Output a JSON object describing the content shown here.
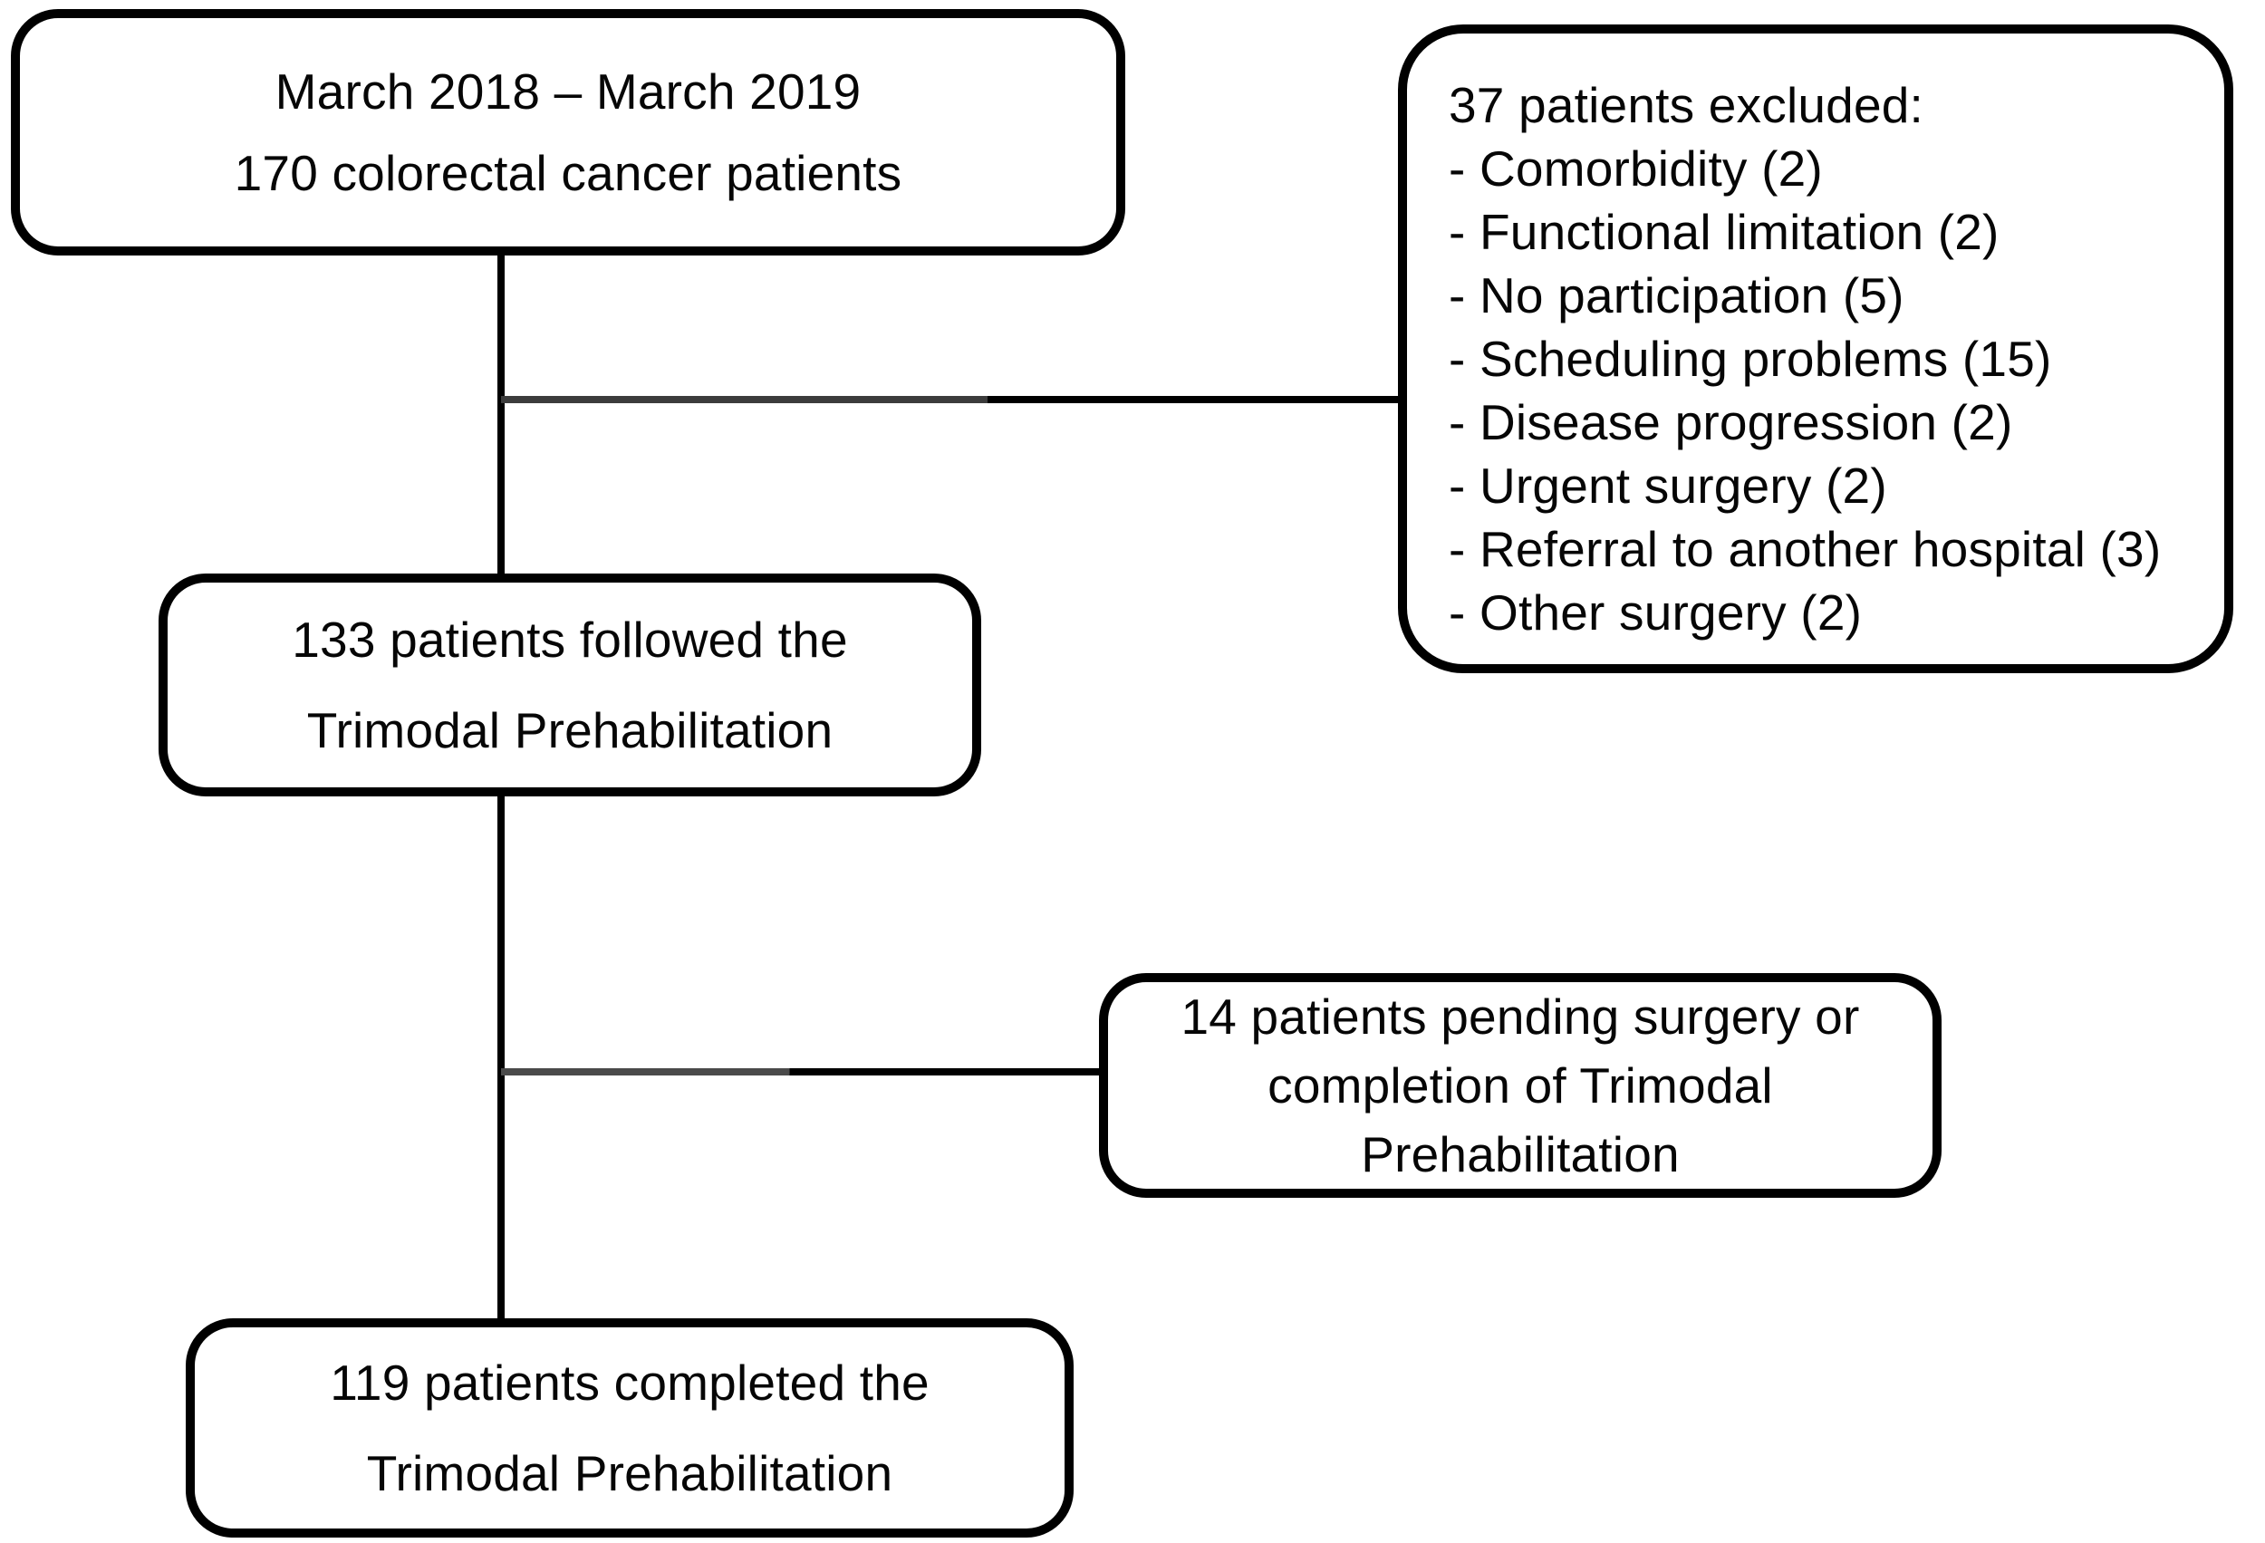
{
  "colors": {
    "ink": "#000000",
    "paper": "#ffffff"
  },
  "nodes": {
    "enrollment": {
      "line1": "March 2018 – March 2019",
      "line2": "170 colorectal cancer patients"
    },
    "excluded": {
      "title": "37 patients excluded:",
      "items": [
        "- Comorbidity (2)",
        "- Functional limitation (2)",
        "- No participation (5)",
        "- Scheduling problems (15)",
        "- Disease progression (2)",
        "- Urgent surgery (2)",
        "- Referral to another hospital (3)",
        "- Other surgery (2)"
      ]
    },
    "followed": {
      "line1": "133 patients followed the",
      "line2": "Trimodal Prehabilitation"
    },
    "pending": {
      "line1": "14 patients pending surgery or",
      "line2": "completion of Trimodal",
      "line3": "Prehabilitation"
    },
    "completed": {
      "line1": "119 patients completed the",
      "line2": "Trimodal Prehabilitation"
    }
  }
}
